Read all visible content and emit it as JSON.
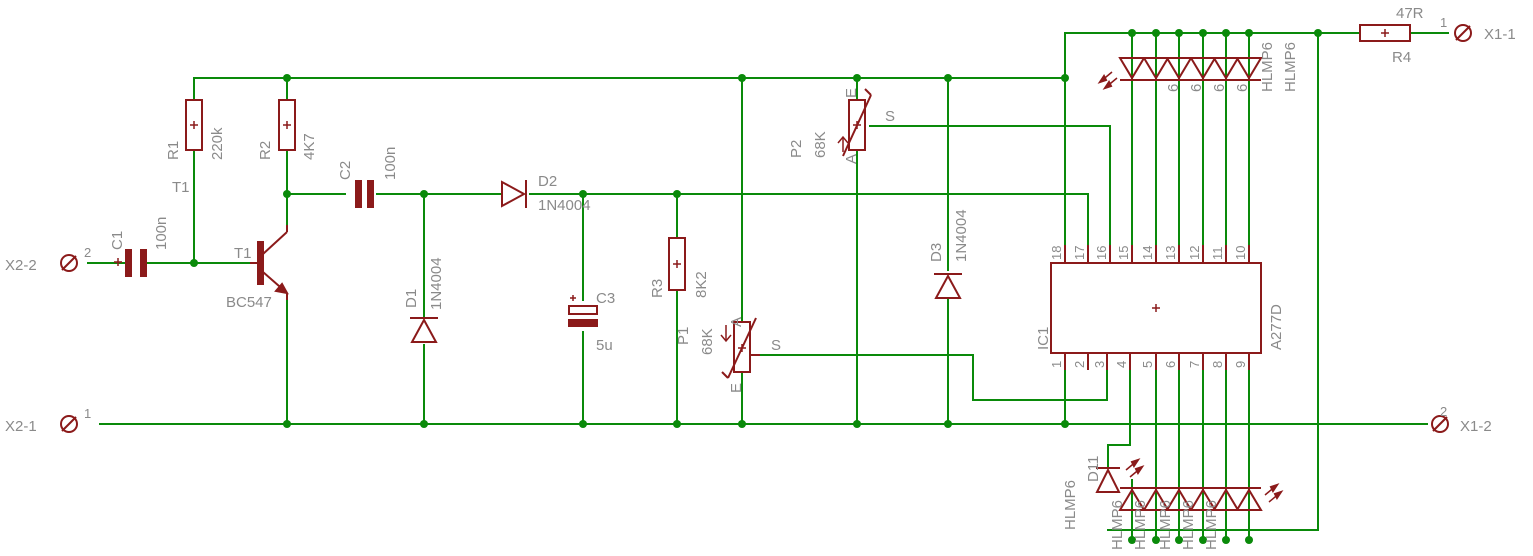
{
  "connectors": {
    "x2_2": "X2-2",
    "x2_1": "X2-1",
    "x1_1": "X1-1",
    "x1_2": "X1-2",
    "pin1": "1",
    "pin2": "2"
  },
  "parts": {
    "r1": {
      "name": "R1",
      "value": "220k"
    },
    "r2": {
      "name": "R2",
      "value": "4K7"
    },
    "r3": {
      "name": "R3",
      "value": "8K2"
    },
    "r4": {
      "name": "R4",
      "value": "47R"
    },
    "c1": {
      "name": "C1",
      "value": "100n"
    },
    "c2": {
      "name": "C2",
      "value": "100n"
    },
    "c3": {
      "name": "C3",
      "value": "5u"
    },
    "d1": {
      "name": "D1",
      "value": "1N4004"
    },
    "d2": {
      "name": "D2",
      "value": "1N4004"
    },
    "d3": {
      "name": "D3",
      "value": "1N4004"
    },
    "t1": {
      "name": "T1",
      "value": "BC547",
      "net": "T1"
    },
    "p1": {
      "name": "P1",
      "value": "68K",
      "pin_a": "A",
      "pin_e": "E",
      "pin_s": "S"
    },
    "p2": {
      "name": "P2",
      "value": "68K",
      "pin_a": "A",
      "pin_e": "E",
      "pin_s": "S"
    },
    "ic1": {
      "name": "IC1",
      "value": "A277D",
      "top_pins": [
        "18",
        "17",
        "16",
        "15",
        "14",
        "13",
        "12",
        "11",
        "10"
      ],
      "bottom_pins": [
        "1",
        "2",
        "3",
        "4",
        "5",
        "6",
        "7",
        "8",
        "9"
      ]
    },
    "d11": {
      "name": "D11",
      "value": "HLMP6"
    },
    "led_top": {
      "value": "HLMP6",
      "overlap": "6"
    },
    "led_bottom": {
      "value": "HLMP6"
    }
  }
}
